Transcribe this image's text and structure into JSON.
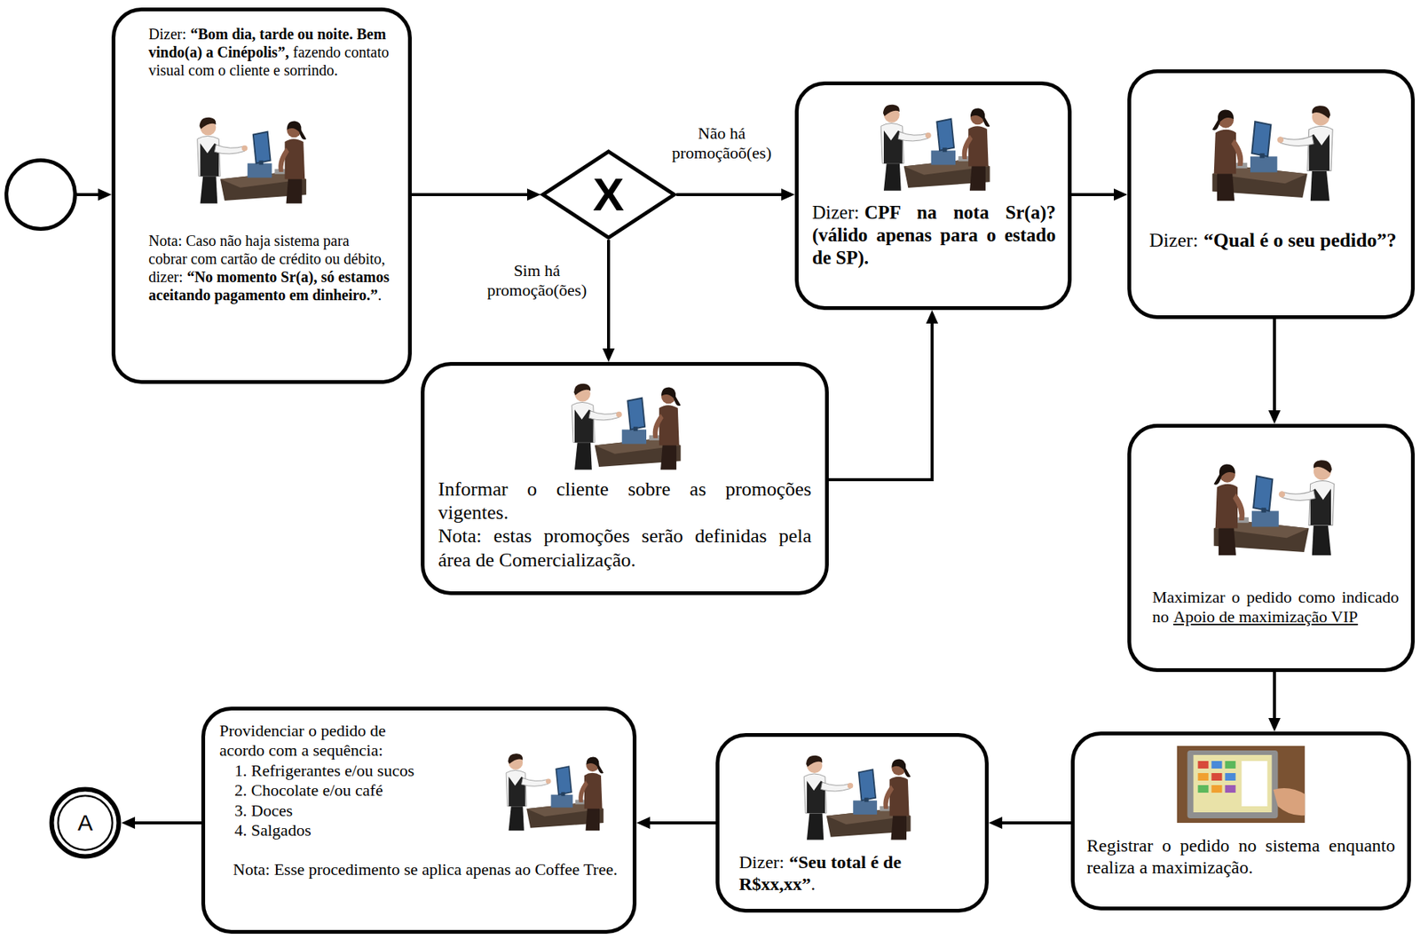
{
  "diagram": {
    "nodes": [
      {
        "text": []
      },
      {
        "text": [
          "Dizer:",
          "“Bom dia, tarde ou noite. Bem vindo(a) a Cinépolis”,",
          "fazendo contato visual com o cliente e sorrindo.",
          "Nota: Caso não haja sistema para cobrar com cartão de crédito ou débito, dizer:",
          "“No momento Sr(a), só estamos aceitando pagamento em dinheiro.”",
          "."
        ]
      },
      {
        "text": [
          "X"
        ]
      },
      {
        "text": [
          "Informar o cliente sobre as promoções vigentes.",
          "Nota: estas promoções serão definidas pela área de Comercialização."
        ]
      },
      {
        "text": [
          "Dizer:",
          "CPF na nota Sr(a)? (válido apenas para o estado de SP)."
        ]
      },
      {
        "text": [
          "Dizer:",
          "“Qual é o seu pedido”?"
        ]
      },
      {
        "text": [
          "Maximizar o pedido como indicado no",
          "Apoio de maximização VIP"
        ]
      },
      {
        "text": [
          "Registrar o pedido no sistema enquanto realiza a maximização."
        ]
      },
      {
        "text": [
          "Dizer:",
          "“Seu total é de R$xx,xx”",
          "."
        ]
      },
      {
        "text": [
          "Providenciar o pedido de acordo com a sequência:",
          "1. Refrigerantes e/ou sucos",
          "2. Chocolate e/ou café",
          "3. Doces",
          "4. Salgados",
          "Nota: Esse procedimento se aplica apenas ao Coffee Tree."
        ]
      },
      {
        "text": [
          "A"
        ]
      }
    ],
    "edges": [
      {
        "from": 0,
        "to": 1,
        "arrow": "to"
      },
      {
        "from": 1,
        "to": 2,
        "arrow": "to"
      },
      {
        "from": 2,
        "to": 4,
        "label": "Não há promoçãoõ(es)",
        "arrow": "to"
      },
      {
        "from": 2,
        "to": 3,
        "label": "Sim há promoção(ões)",
        "arrow": "to"
      },
      {
        "from": 3,
        "to": 4,
        "arrow": "to"
      },
      {
        "from": 4,
        "to": 5,
        "arrow": "to"
      },
      {
        "from": 5,
        "to": 6,
        "arrow": "to"
      },
      {
        "from": 6,
        "to": 7,
        "arrow": "to"
      },
      {
        "from": 7,
        "to": 8,
        "arrow": "to"
      },
      {
        "from": 8,
        "to": 9,
        "arrow": "to"
      },
      {
        "from": 9,
        "to": 10,
        "arrow": "to"
      }
    ]
  }
}
